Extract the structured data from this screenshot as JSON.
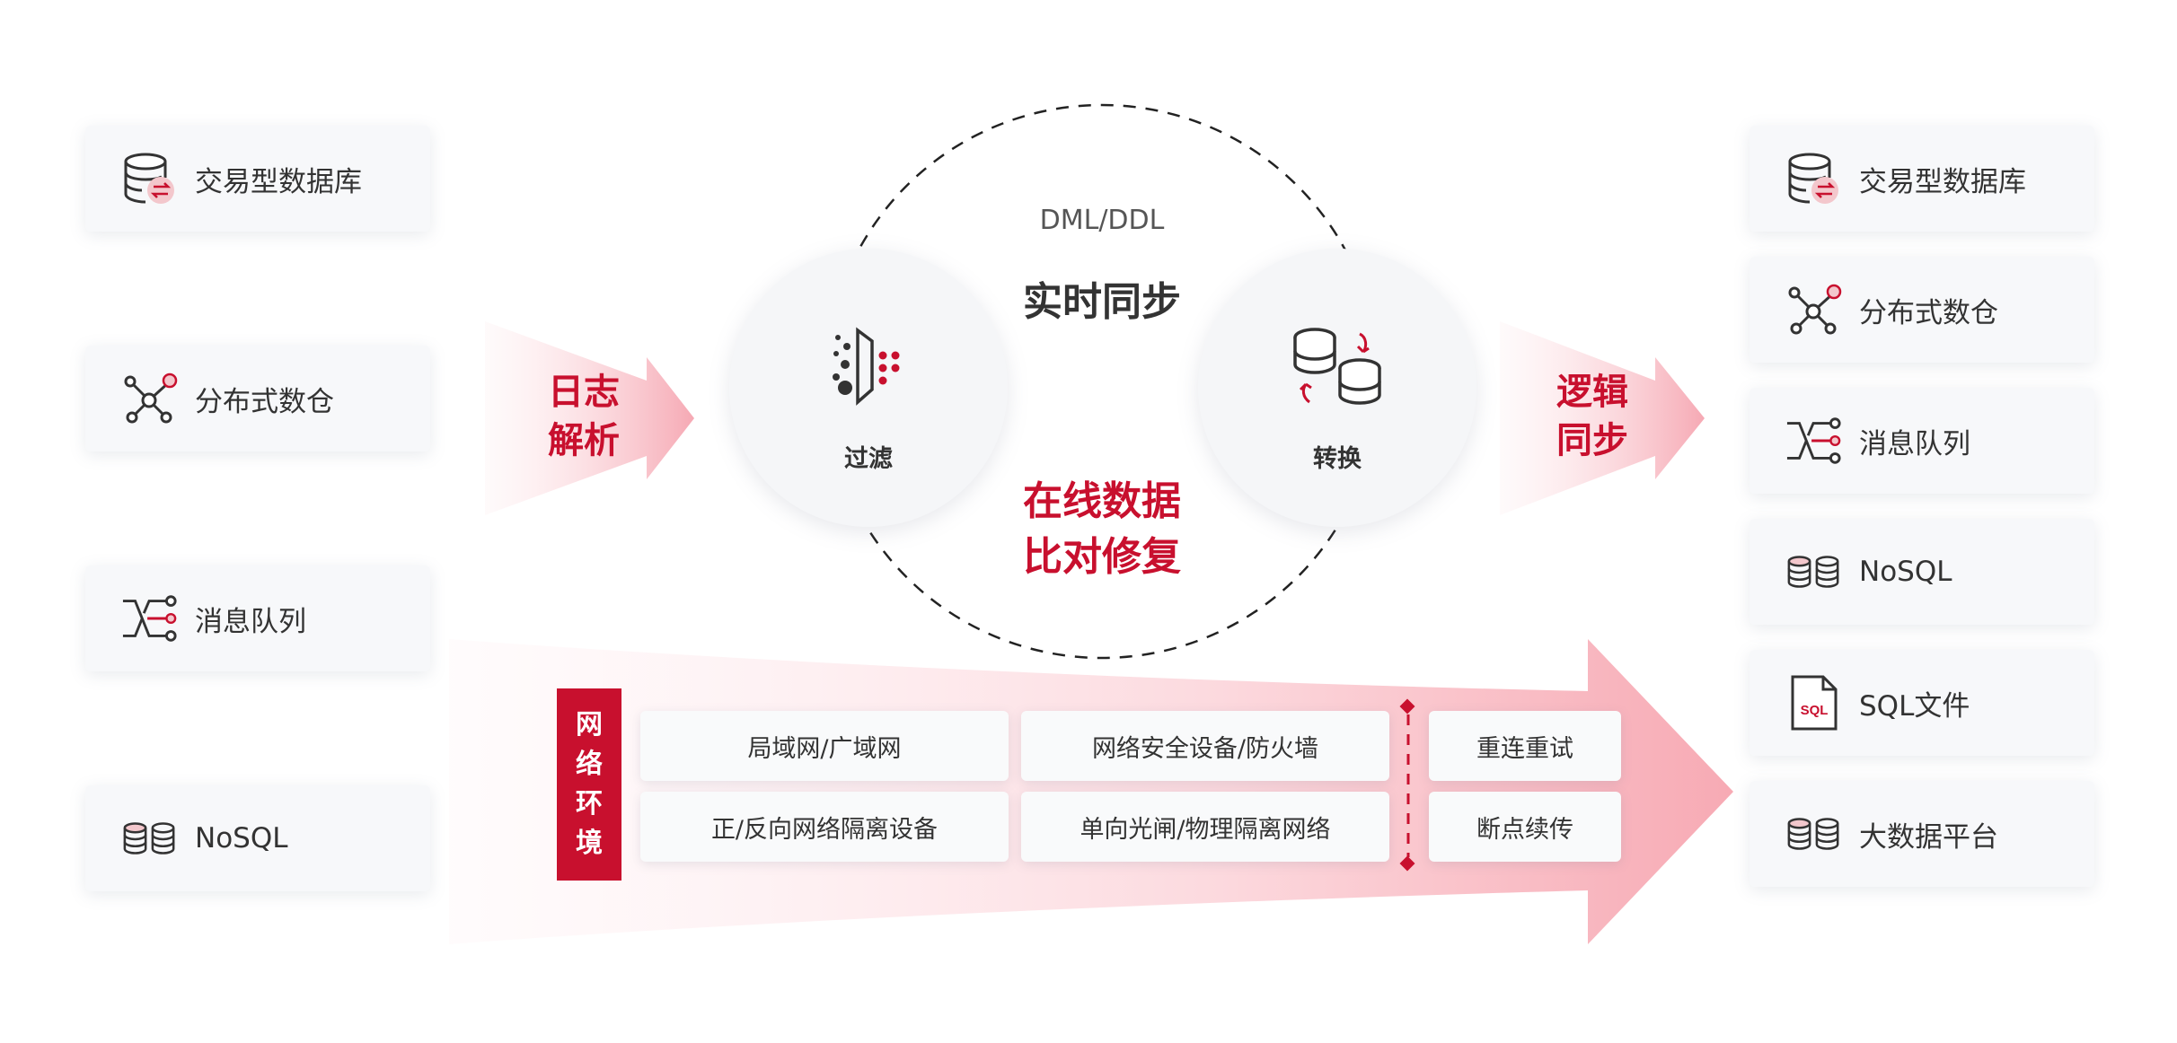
{
  "left": {
    "items": [
      {
        "label": "交易型数据库",
        "icon": "database-sync-icon"
      },
      {
        "label": "分布式数仓",
        "icon": "distributed-nodes-icon"
      },
      {
        "label": "消息队列",
        "icon": "message-queue-icon"
      },
      {
        "label": "NoSQL",
        "icon": "nosql-db-icon"
      }
    ]
  },
  "right": {
    "items": [
      {
        "label": "交易型数据库",
        "icon": "database-sync-icon"
      },
      {
        "label": "分布式数仓",
        "icon": "distributed-nodes-icon"
      },
      {
        "label": "消息队列",
        "icon": "message-queue-icon"
      },
      {
        "label": "NoSQL",
        "icon": "nosql-db-icon"
      },
      {
        "label": "SQL文件",
        "icon": "sql-file-icon",
        "icon_text": "SQL"
      },
      {
        "label": "大数据平台",
        "icon": "nosql-db-icon"
      }
    ]
  },
  "arrows": {
    "log_parse": [
      "日志",
      "解析"
    ],
    "logic_sync": [
      "逻辑",
      "同步"
    ]
  },
  "center": {
    "dml_ddl": "DML/DDL",
    "realtime_sync": "实时同步",
    "compare_repair": [
      "在线数据",
      "比对修复"
    ],
    "filter_label": "过滤",
    "transform_label": "转换"
  },
  "network": {
    "tag": [
      "网",
      "络",
      "环",
      "境"
    ],
    "boxes": [
      [
        "局域网/广域网",
        "网络安全设备/防火墙",
        "重连重试"
      ],
      [
        "正/反向网络隔离设备",
        "单向光闸/物理隔离网络",
        "断点续传"
      ]
    ]
  },
  "colors": {
    "accent": "#c8102e",
    "card_bg": "#f7f8fa",
    "text": "#333333"
  }
}
